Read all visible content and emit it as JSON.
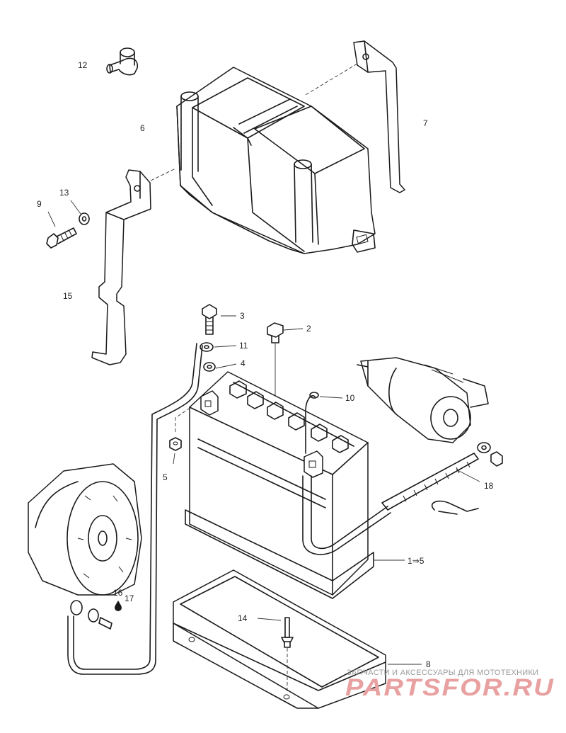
{
  "callouts": [
    {
      "id": "12",
      "text": "12"
    },
    {
      "id": "6",
      "text": "6"
    },
    {
      "id": "7",
      "text": "7"
    },
    {
      "id": "9",
      "text": "9"
    },
    {
      "id": "13",
      "text": "13"
    },
    {
      "id": "15",
      "text": "15"
    },
    {
      "id": "3",
      "text": "3"
    },
    {
      "id": "2",
      "text": "2"
    },
    {
      "id": "11",
      "text": "11"
    },
    {
      "id": "4",
      "text": "4"
    },
    {
      "id": "10",
      "text": "10"
    },
    {
      "id": "5",
      "text": "5"
    },
    {
      "id": "18",
      "text": "18"
    },
    {
      "id": "1to5",
      "text": "1⇒5"
    },
    {
      "id": "16",
      "text": "16"
    },
    {
      "id": "17",
      "text": "17"
    },
    {
      "id": "14",
      "text": "14"
    },
    {
      "id": "8",
      "text": "8"
    }
  ],
  "watermark": {
    "caption": "ЗАПЧАСТИ И АКСЕССУАРЫ ДЛЯ МОТОТЕХНИКИ",
    "logo_text": "PARTSFOR.RU",
    "logo_color": "#e8a0a0"
  }
}
